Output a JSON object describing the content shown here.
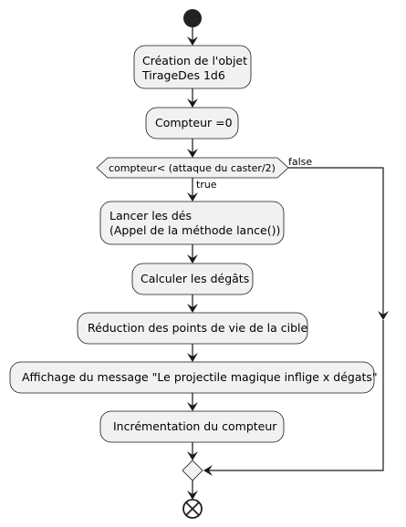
{
  "diagram": {
    "type": "activity",
    "start": "start-node",
    "steps": {
      "create_object": [
        "Création de l'objet",
        "TirageDes 1d6"
      ],
      "counter_init": "Compteur =0",
      "loop_condition": "compteur< (attaque du caster/2)",
      "guard_true": "true",
      "guard_false": "false",
      "roll_dice": [
        "Lancer les dés",
        "(Appel de la méthode lance())"
      ],
      "compute_damage": "Calculer les dégâts",
      "reduce_hp": "Réduction des points de vie de la cible",
      "show_message": "Affichage du message \"Le projectile magique inflige x dégats\"",
      "increment_counter": "Incrémentation du compteur"
    },
    "end": "end-node"
  },
  "colors": {
    "node_fill": "#f1f1f1",
    "stroke": "#181818",
    "background": "#ffffff"
  }
}
